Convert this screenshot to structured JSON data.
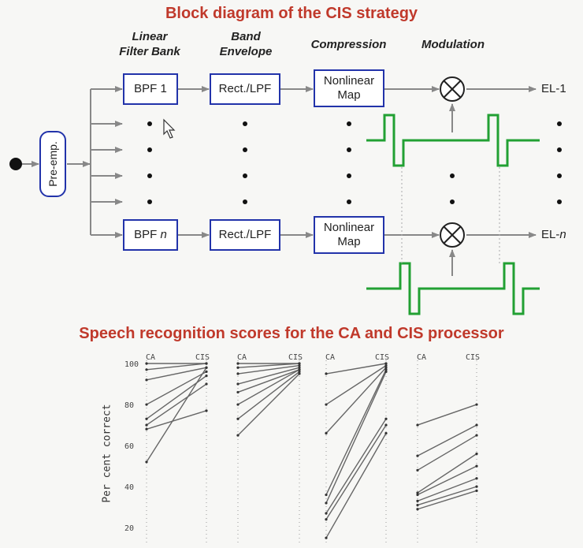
{
  "diagram": {
    "title": "Block diagram of the CIS strategy",
    "stages": {
      "filter": "Linear\nFilter Bank",
      "envelope": "Band\nEnvelope",
      "compression": "Compression",
      "modulation": "Modulation"
    },
    "pre_emp": "Pre-emp.",
    "row1": {
      "bpf": "BPF 1",
      "rect": "Rect./LPF",
      "map": "Nonlinear\nMap",
      "el": "EL-1"
    },
    "rown": {
      "bpf_prefix": "BPF ",
      "bpf_n": "n",
      "rect": "Rect./LPF",
      "map": "Nonlinear\nMap",
      "el_prefix": "EL-",
      "el_n": "n"
    }
  },
  "chart": {
    "title": "Speech recognition scores for the CA and CIS processor",
    "ylabel": "Per cent correct",
    "yticks": [
      "100",
      "80",
      "60",
      "40",
      "20"
    ]
  },
  "chart_data": [
    {
      "type": "line",
      "categories": [
        "CA",
        "CIS"
      ],
      "ylim": [
        12,
        100
      ],
      "series": [
        {
          "values": [
            100,
            100
          ]
        },
        {
          "values": [
            97,
            100
          ]
        },
        {
          "values": [
            92,
            98
          ]
        },
        {
          "values": [
            80,
            96
          ]
        },
        {
          "values": [
            73,
            94
          ]
        },
        {
          "values": [
            70,
            90
          ]
        },
        {
          "values": [
            68,
            77
          ]
        },
        {
          "values": [
            52,
            98
          ]
        }
      ]
    },
    {
      "type": "line",
      "categories": [
        "CA",
        "CIS"
      ],
      "ylim": [
        12,
        100
      ],
      "series": [
        {
          "values": [
            100,
            100
          ]
        },
        {
          "values": [
            98,
            100
          ]
        },
        {
          "values": [
            95,
            99
          ]
        },
        {
          "values": [
            90,
            98
          ]
        },
        {
          "values": [
            86,
            97
          ]
        },
        {
          "values": [
            80,
            97
          ]
        },
        {
          "values": [
            73,
            96
          ]
        },
        {
          "values": [
            65,
            95
          ]
        }
      ]
    },
    {
      "type": "line",
      "categories": [
        "CA",
        "CIS"
      ],
      "ylim": [
        12,
        100
      ],
      "series": [
        {
          "values": [
            95,
            100
          ]
        },
        {
          "values": [
            80,
            99
          ]
        },
        {
          "values": [
            66,
            98
          ]
        },
        {
          "values": [
            36,
            97
          ]
        },
        {
          "values": [
            32,
            96
          ]
        },
        {
          "values": [
            27,
            73
          ]
        },
        {
          "values": [
            24,
            70
          ]
        },
        {
          "values": [
            15,
            66
          ]
        }
      ]
    },
    {
      "type": "line",
      "categories": [
        "CA",
        "CIS"
      ],
      "ylim": [
        12,
        100
      ],
      "series": [
        {
          "values": [
            70,
            80
          ]
        },
        {
          "values": [
            55,
            70
          ]
        },
        {
          "values": [
            48,
            65
          ]
        },
        {
          "values": [
            37,
            56
          ]
        },
        {
          "values": [
            36,
            50
          ]
        },
        {
          "values": [
            33,
            44
          ]
        },
        {
          "values": [
            31,
            40
          ]
        },
        {
          "values": [
            29,
            38
          ]
        }
      ]
    }
  ]
}
